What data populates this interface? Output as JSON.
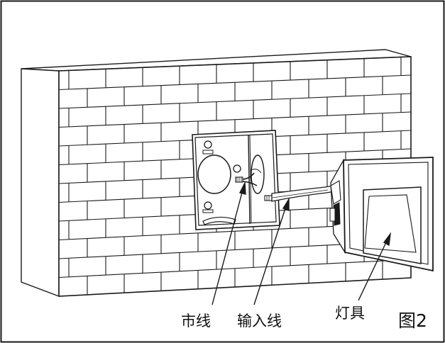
{
  "diagram": {
    "labels": {
      "mains_wire": "市线",
      "input_wire": "输入线",
      "fixture": "灯具",
      "figure": "图2"
    }
  }
}
